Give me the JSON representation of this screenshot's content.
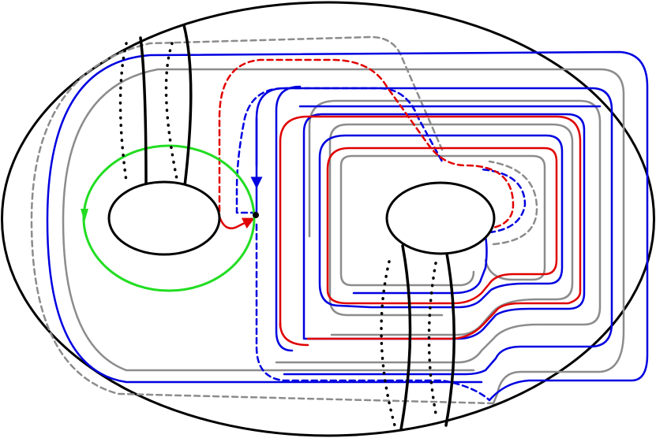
{
  "figure": {
    "type": "surface curve diagram",
    "colors": {
      "outline": "#000000",
      "gray": "#8c8c8c",
      "blue": "#0000e0",
      "red": "#e00000",
      "green": "#22dd22",
      "background": "#ffffff"
    },
    "curves": [
      {
        "name": "green-loop",
        "color": "green",
        "style": "solid",
        "arrow": "down-left"
      },
      {
        "name": "red-arc",
        "color": "red",
        "style": "solid+dashed",
        "arrow": "right"
      },
      {
        "name": "blue-loop",
        "color": "blue",
        "style": "solid+dashed",
        "arrow": "down"
      },
      {
        "name": "gray-loop",
        "color": "gray",
        "style": "solid+dashed"
      }
    ],
    "marked_point": "basepoint",
    "holes": 2,
    "handles": 2
  }
}
